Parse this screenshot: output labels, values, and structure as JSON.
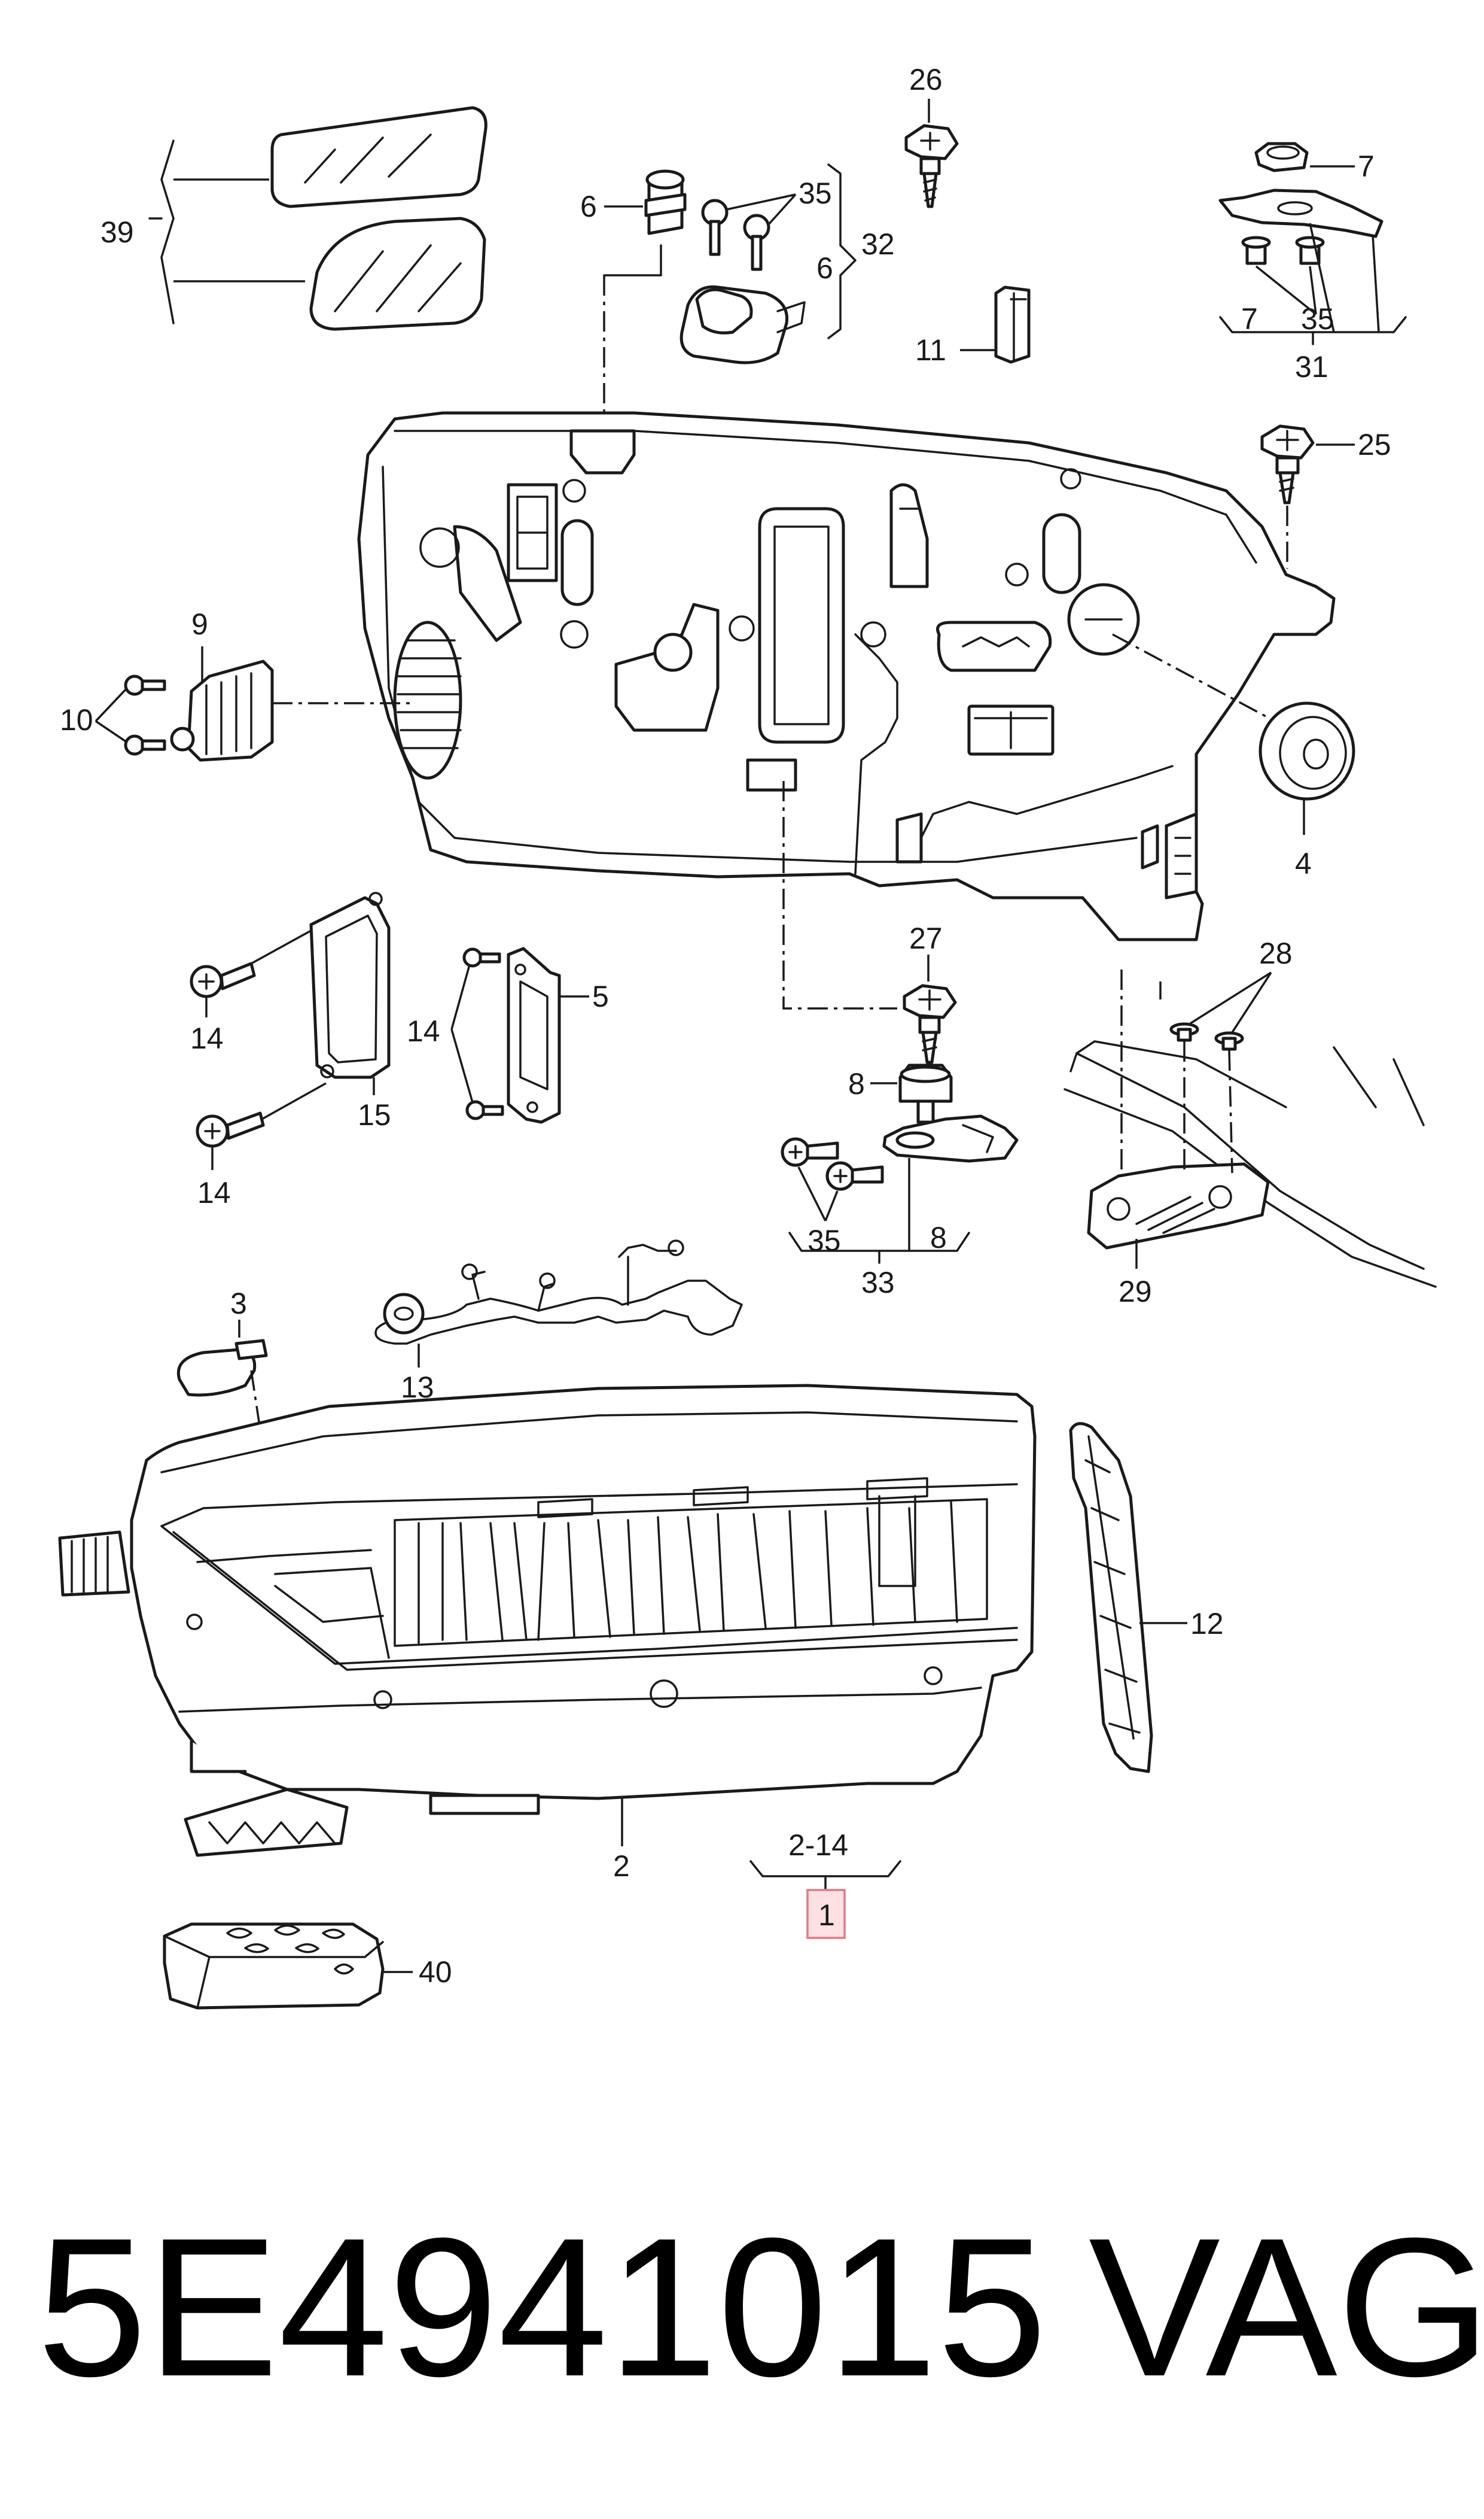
{
  "callouts": {
    "c39": "39",
    "c6a": "6",
    "c35a": "35",
    "c32": "32",
    "c6b": "6",
    "c26": "26",
    "c11": "11",
    "c7a": "7",
    "c7b": "7",
    "c35b": "35",
    "c31": "31",
    "c25": "25",
    "c9": "9",
    "c10": "10",
    "c4": "4",
    "c27": "27",
    "c28": "28",
    "c5": "5",
    "c14a": "14",
    "c14b": "14",
    "c14c": "14",
    "c15": "15",
    "c8a": "8",
    "c8b": "8",
    "c35c": "35",
    "c33": "33",
    "c29": "29",
    "c3": "3",
    "c13": "13",
    "c12": "12",
    "c2": "2",
    "c2_14": "2-14",
    "c1": "1",
    "c40": "40"
  },
  "part_number": "5E4941015",
  "brand": "VAG",
  "colors": {
    "line": "#1a1a1a",
    "highlight_fill": "#fde0e2",
    "highlight_stroke": "#e07a86"
  }
}
